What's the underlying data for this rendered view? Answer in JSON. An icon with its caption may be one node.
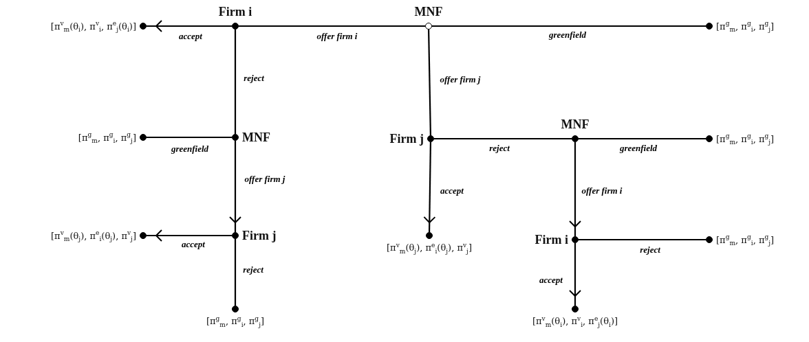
{
  "diagram": {
    "nodes": [
      {
        "text": [],
        "shape": "circle",
        "beside": [
          "MNF"
        ]
      },
      {
        "text": [],
        "shape": "dot",
        "beside": [
          "Firm i"
        ]
      },
      {
        "text": [],
        "shape": "dot",
        "beside": [
          "[π$^{v}$$_{m}$(θ$_{i}$), π$^{v}$$_{i}$, π$^{e}$$_{j}$(θ$_{i}$)]"
        ]
      },
      {
        "text": [],
        "shape": "dot",
        "beside": [
          "[π$^{g}$$_{m}$, π$^{g}$$_{i}$, π$^{g}$$_{j}$]"
        ]
      },
      {
        "text": [],
        "shape": "dot",
        "beside": [
          "MNF"
        ]
      },
      {
        "text": [],
        "shape": "dot",
        "beside": [
          "[π$^{g}$$_{m}$, π$^{g}$$_{i}$, π$^{g}$$_{j}$]"
        ]
      },
      {
        "text": [],
        "shape": "dot",
        "beside": [
          "Firm j"
        ]
      },
      {
        "text": [],
        "shape": "dot",
        "beside": [
          "[π$^{v}$$_{m}$(θ$_{j}$), π$^{e}$$_{i}$(θ$_{j}$), π$^{v}$$_{j}$]"
        ]
      },
      {
        "text": [],
        "shape": "dot",
        "beside": [
          "[π$^{g}$$_{m}$, π$^{g}$$_{i}$, π$^{g}$$_{j}$]"
        ]
      },
      {
        "text": [],
        "shape": "dot",
        "beside": [
          "Firm j"
        ]
      },
      {
        "text": [],
        "shape": "dot",
        "beside": [
          "MNF"
        ]
      },
      {
        "text": [],
        "shape": "dot",
        "beside": [
          "[π$^{g}$$_{m}$, π$^{g}$$_{i}$, π$^{g}$$_{j}$]"
        ]
      },
      {
        "text": [],
        "shape": "dot",
        "beside": [
          "[π$^{v}$$_{m}$(θ$_{j}$), π$^{e}$$_{i}$(θ$_{j}$), π$^{v}$$_{j}$]"
        ]
      },
      {
        "text": [],
        "shape": "dot",
        "beside": [
          "Firm i"
        ]
      },
      {
        "text": [],
        "shape": "dot",
        "beside": [
          "[π$^{g}$$_{m}$, π$^{g}$$_{i}$, π$^{g}$$_{j}$]"
        ]
      },
      {
        "text": [],
        "shape": "dot",
        "beside": [
          "[π$^{v}$$_{m}$(θ$_{i}$), π$^{v}$$_{i}$, π$^{e}$$_{j}$(θ$_{i}$)]"
        ]
      }
    ],
    "edges": [
      {
        "from": 0,
        "to": 1,
        "arrow": "none",
        "label": "offer firm i"
      },
      {
        "from": 1,
        "to": 2,
        "arrow": "to",
        "label": "accept"
      },
      {
        "from": 0,
        "to": 3,
        "arrow": "none",
        "label": "greenfield"
      },
      {
        "from": 1,
        "to": 4,
        "arrow": "none",
        "label": "reject"
      },
      {
        "from": 4,
        "to": 5,
        "arrow": "none",
        "label": "greenfield"
      },
      {
        "from": 4,
        "to": 6,
        "arrow": "to",
        "label": "offer firm j"
      },
      {
        "from": 6,
        "to": 7,
        "arrow": "to",
        "label": "accept"
      },
      {
        "from": 6,
        "to": 8,
        "arrow": "none",
        "label": "reject"
      },
      {
        "from": 0,
        "to": 9,
        "arrow": "none",
        "label": "offer firm j"
      },
      {
        "from": 9,
        "to": 10,
        "arrow": "none",
        "label": "reject"
      },
      {
        "from": 10,
        "to": 11,
        "arrow": "none",
        "label": "greenfield"
      },
      {
        "from": 9,
        "to": 12,
        "arrow": "to",
        "label": "accept"
      },
      {
        "from": 10,
        "to": 13,
        "arrow": "to",
        "label": "offer firm i"
      },
      {
        "from": 13,
        "to": 14,
        "arrow": "none",
        "label": "reject"
      },
      {
        "from": 13,
        "to": 15,
        "arrow": "to",
        "label": "accept"
      }
    ]
  }
}
